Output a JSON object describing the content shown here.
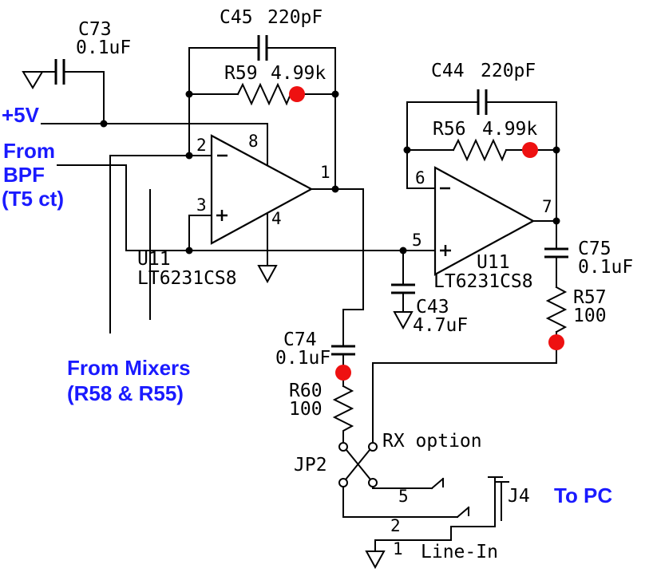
{
  "diagram_type": "circuit-schematic",
  "colors": {
    "wire_black": "#000000",
    "annotation_blue": "#1a1aff",
    "probe_red": "#ee1111",
    "background": "#ffffff"
  },
  "annotations": {
    "supply": "+5V",
    "from_bpf_1": "From",
    "from_bpf_2": "BPF",
    "from_bpf_3": "(T5 ct)",
    "from_mixers_1": "From Mixers",
    "from_mixers_2": "(R58 & R55)",
    "rx_option": "RX option",
    "to_pc": "To PC",
    "line_in": "Line-In"
  },
  "components": {
    "c73": {
      "ref": "C73",
      "value": "0.1uF"
    },
    "c45": {
      "ref": "C45",
      "value": "220pF"
    },
    "r59": {
      "ref": "R59",
      "value": "4.99k"
    },
    "c44": {
      "ref": "C44",
      "value": "220pF"
    },
    "r56": {
      "ref": "R56",
      "value": "4.99k"
    },
    "u11a": {
      "ref": "U11",
      "part": "LT6231CS8"
    },
    "u11b": {
      "ref": "U11",
      "part": "LT6231CS8"
    },
    "c75": {
      "ref": "C75",
      "value": "0.1uF"
    },
    "r57": {
      "ref": "R57",
      "value": "100"
    },
    "c43": {
      "ref": "C43",
      "value": "4.7uF"
    },
    "c74": {
      "ref": "C74",
      "value": "0.1uF"
    },
    "r60": {
      "ref": "R60",
      "value": "100"
    },
    "jp2": {
      "ref": "JP2"
    },
    "j4": {
      "ref": "J4"
    }
  },
  "pins": {
    "u11a_inverting": "2",
    "u11a_noninverting": "3",
    "u11a_vplus": "8",
    "u11a_vminus": "4",
    "u11a_output": "1",
    "u11b_inverting": "6",
    "u11b_noninverting": "5",
    "u11b_output": "7",
    "j4_ring": "5",
    "j4_tip": "2",
    "j4_sleeve": "1"
  }
}
